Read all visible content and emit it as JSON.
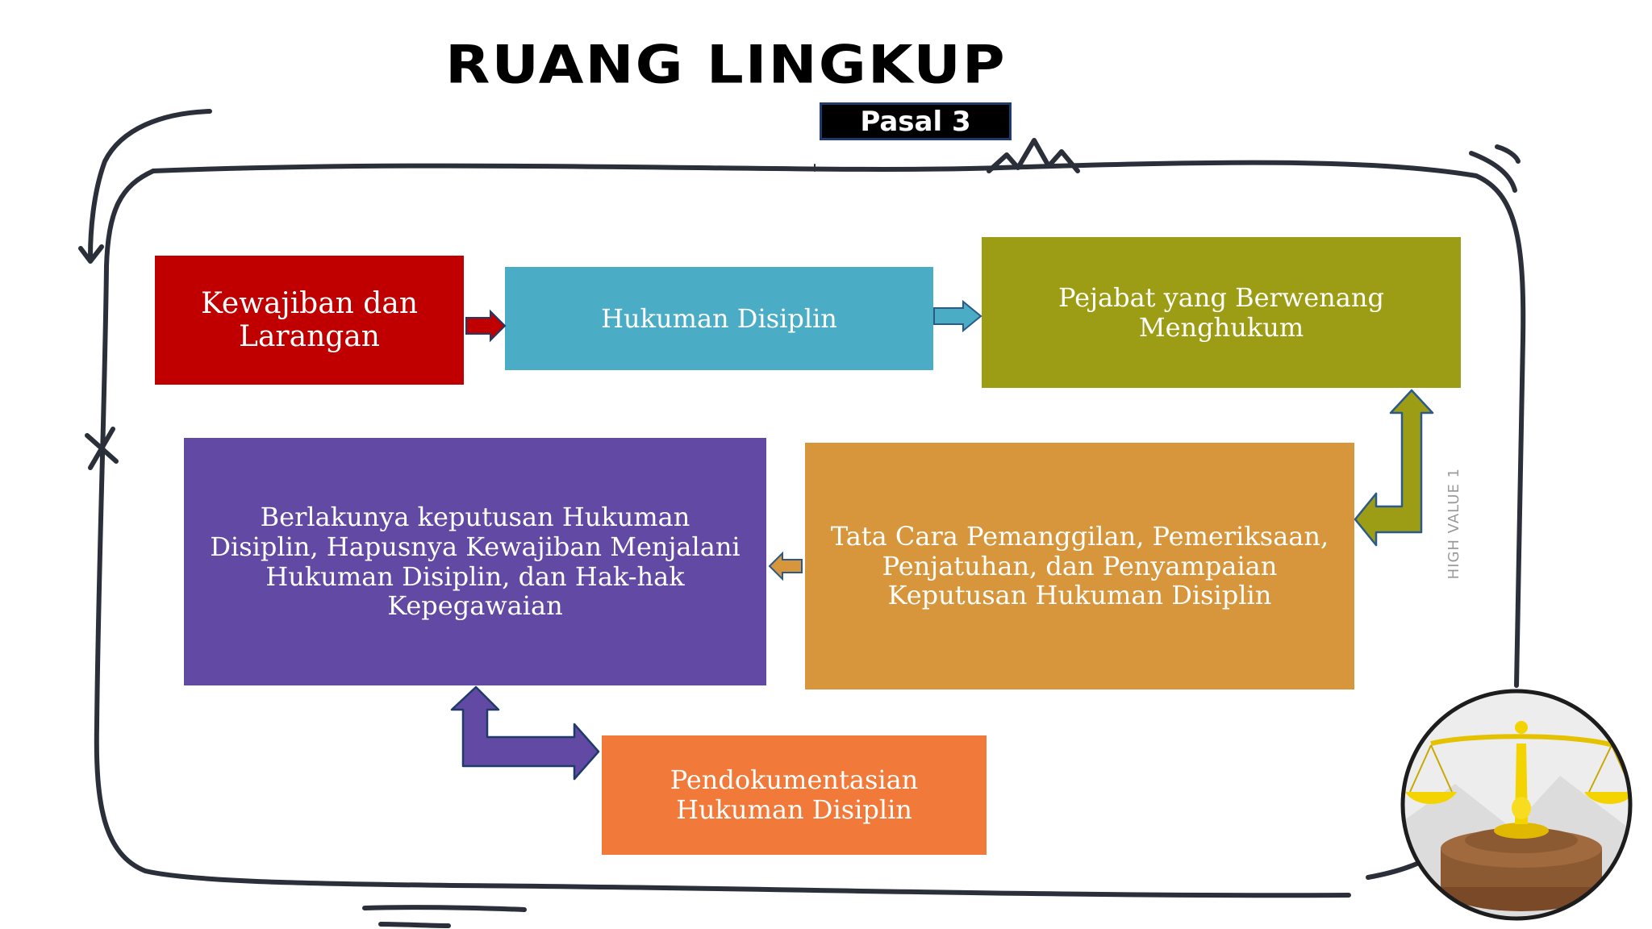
{
  "title": "RUANG LINGKUP",
  "pasal_label": "Pasal 3",
  "boxes": {
    "kewajiban": "Kewajiban dan Larangan",
    "hukuman": "Hukuman Disiplin",
    "pejabat": "Pejabat yang Berwenang Menghukum",
    "berlakunya": "Berlakunya keputusan Hukuman Disiplin, Hapusnya Kewajiban  Menjalani Hukuman Disiplin, dan Hak-hak Kepegawaian",
    "tata_cara": "Tata Cara Pemanggilan, Pemeriksaan, Penjatuhan, dan  Penyampaian Keputusan Hukuman Disiplin",
    "pendokumentasian": "Pendokumentasian Hukuman Disiplin"
  },
  "side_text": "HIGH VALUE 1",
  "icons": {
    "scale": "justice-scale-icon"
  },
  "colors": {
    "red": "#c00000",
    "teal": "#4bacc6",
    "olive": "#9c9c15",
    "purple": "#6249a3",
    "amber": "#d7963b",
    "orange": "#f17a3a"
  }
}
